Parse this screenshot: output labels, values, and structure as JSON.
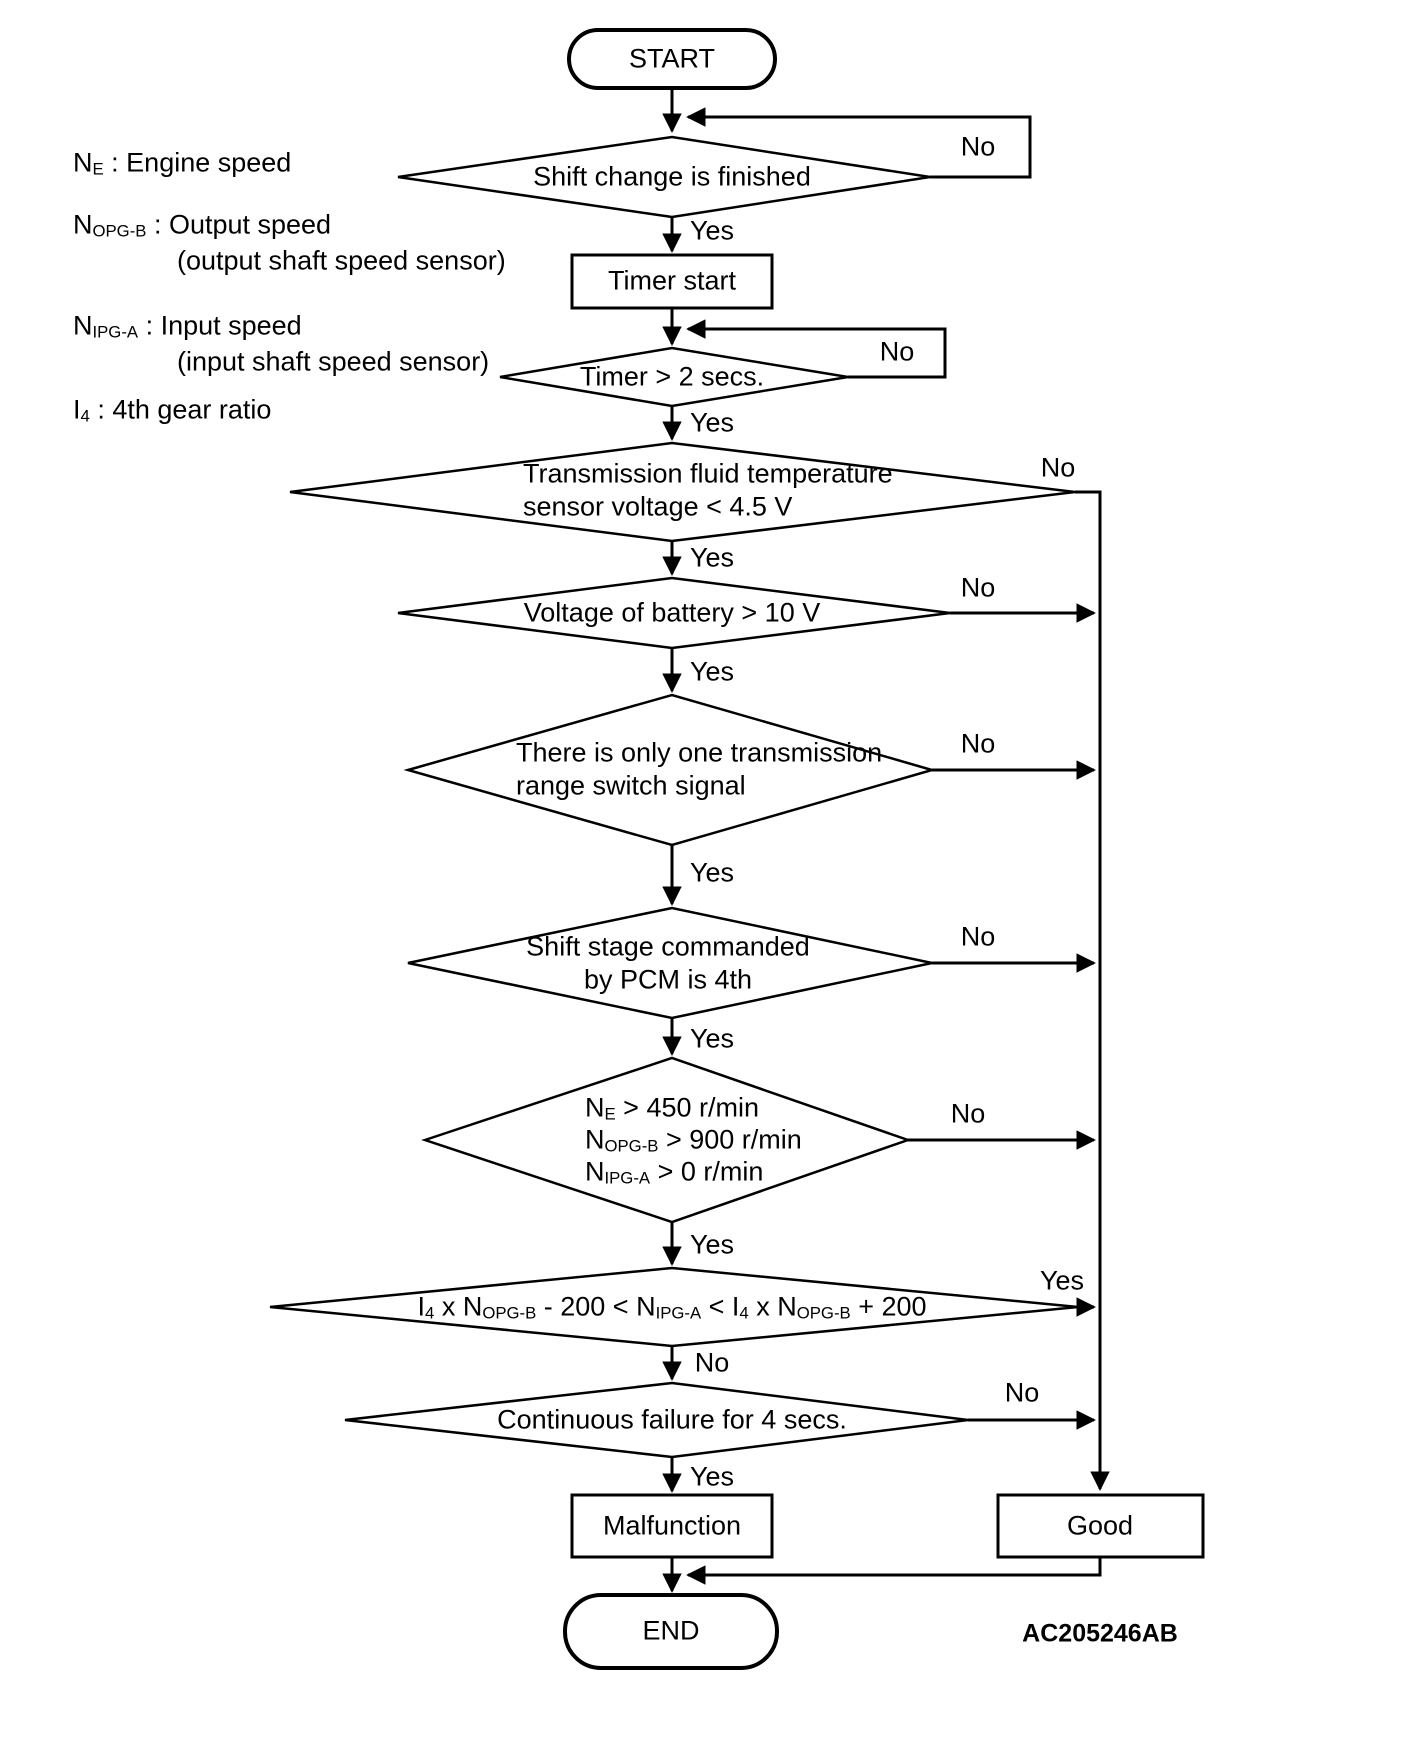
{
  "colors": {
    "background": "#ffffff",
    "line": "#000000",
    "text": "#000000"
  },
  "legend": {
    "items": [
      {
        "term": "N~E~ : Engine speed",
        "desc": ""
      },
      {
        "term": "N~OPG-B~ : Output speed",
        "desc": "(output shaft speed sensor)"
      },
      {
        "term": "N~IPG-A~ : Input speed",
        "desc": "(input shaft speed sensor)"
      },
      {
        "term": "I~4~ : 4th gear ratio",
        "desc": ""
      }
    ]
  },
  "nodes": {
    "start": "START",
    "shift_change": "Shift change is finished",
    "timer_start": "Timer start",
    "timer_check": "Timer > 2 secs.",
    "fluid_temp_line1": "Transmission fluid temperature",
    "fluid_temp_line2": "sensor voltage < 4.5 V",
    "battery": "Voltage of battery > 10 V",
    "range_switch_line1": "There is only one transmission",
    "range_switch_line2": "range switch signal",
    "shift_stage_line1": "Shift stage commanded",
    "shift_stage_line2": "by PCM is 4th",
    "speeds_line1": "N~E~ > 450 r/min",
    "speeds_line2": "N~OPG-B~ > 900 r/min",
    "speeds_line3": "N~IPG-A~ > 0 r/min",
    "ratio_window": "I~4~ x N~OPG-B~ - 200 < N~IPG-A~ < I~4~ x N~OPG-B~ + 200",
    "continuous_failure": "Continuous failure for 4 secs.",
    "malfunction": "Malfunction",
    "good": "Good",
    "end": "END"
  },
  "branches": {
    "shift_change_no": "No",
    "shift_change_yes": "Yes",
    "timer_no": "No",
    "timer_yes": "Yes",
    "fluid_temp_no": "No",
    "fluid_temp_yes": "Yes",
    "battery_no": "No",
    "battery_yes": "Yes",
    "range_switch_no": "No",
    "range_switch_yes": "Yes",
    "shift_stage_no": "No",
    "shift_stage_yes": "Yes",
    "speeds_no": "No",
    "speeds_yes": "Yes",
    "ratio_window_yes": "Yes",
    "ratio_window_no": "No",
    "continuous_failure_no": "No",
    "continuous_failure_yes": "Yes"
  },
  "figure_code": "AC205246AB"
}
